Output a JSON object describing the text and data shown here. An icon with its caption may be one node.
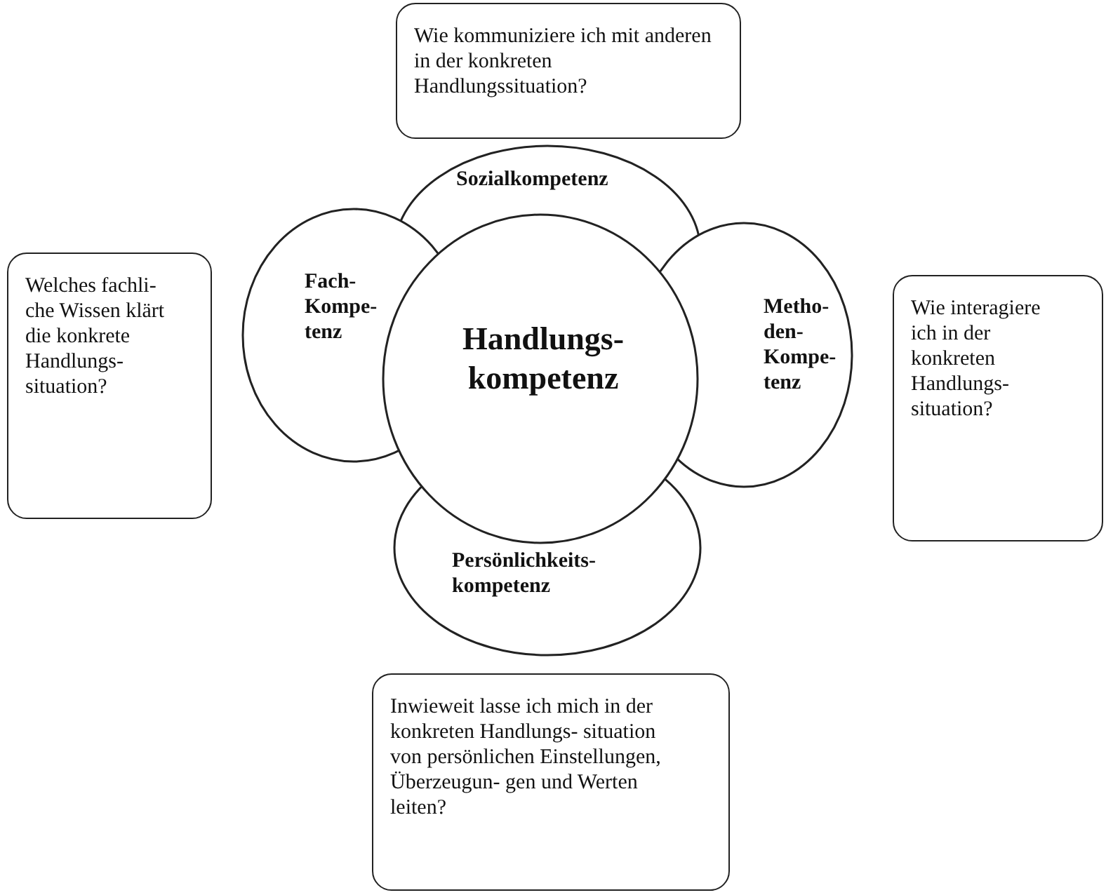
{
  "diagram": {
    "nodes": [
      {
        "text": [
          "Sozialkompetenz"
        ]
      },
      {
        "text": [
          "Fach- Kompe- tenz"
        ]
      },
      {
        "text": [
          "Metho- den- Kompe- tenz"
        ]
      },
      {
        "text": [
          "Persönlichkeits- kompetenz"
        ]
      },
      {
        "text": [
          "Handlungs- kompetenz"
        ]
      },
      {
        "text": [
          "Wie kommuniziere ich mit anderen in der konkreten Handlungssituation?"
        ]
      },
      {
        "text": [
          "Welches fachli- che Wissen klärt die konkrete Handlungs- situation?"
        ]
      },
      {
        "text": [
          "Wie interagiere ich in der konkreten Handlungs- situation?"
        ]
      },
      {
        "text": [
          "Inwieweit lasse ich mich in der konkreten Handlungs- situation von persönlichen Einstellungen, Überzeugun- gen und Werten leiten?"
        ]
      }
    ]
  }
}
